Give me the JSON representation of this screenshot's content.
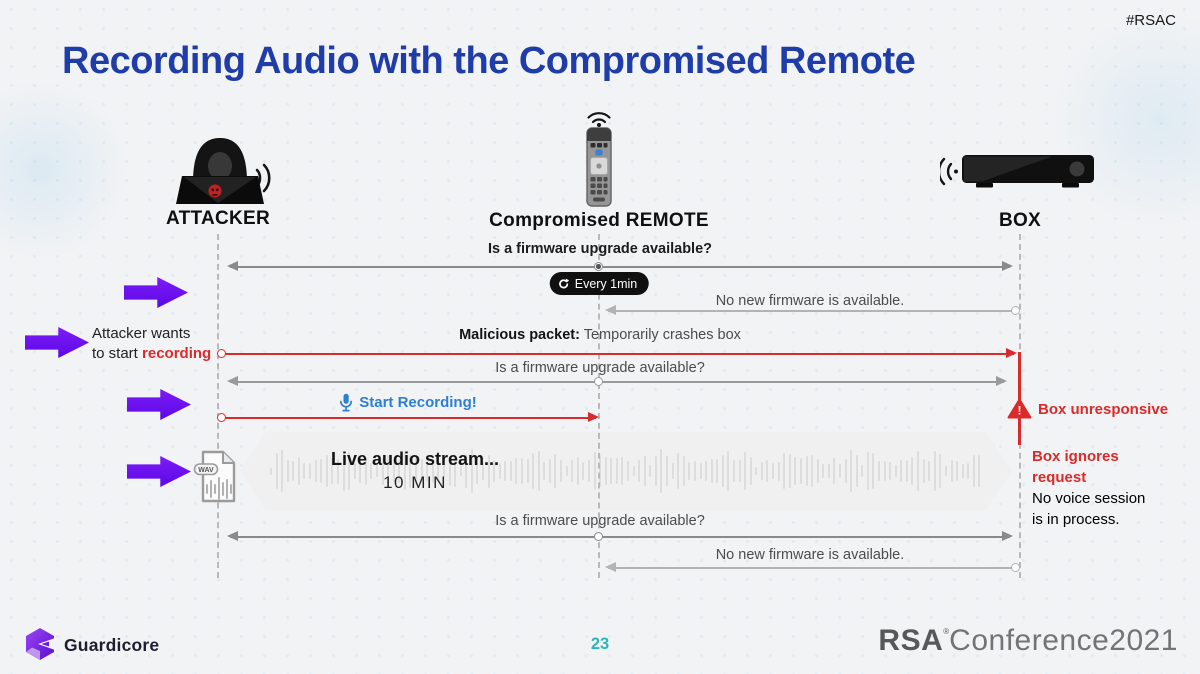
{
  "slide": {
    "title": "Recording Audio with the Compromised Remote",
    "hashtag": "#RSAC",
    "page_number": "23"
  },
  "actors": [
    {
      "id": "attacker",
      "label": "ATTACKER"
    },
    {
      "id": "remote",
      "label": "Compromised REMOTE"
    },
    {
      "id": "box",
      "label": "BOX"
    }
  ],
  "messages": {
    "firmware_q1": "Is a firmware upgrade available?",
    "every_1min": "Every 1min",
    "no_new_firmware_1": "No new firmware is available.",
    "attacker_wants_line1": "Attacker wants",
    "attacker_wants_line2_prefix": "to start ",
    "attacker_wants_line2_red": "recording",
    "malicious_packet_bold": "Malicious packet:",
    "malicious_packet_rest": " Temporarily crashes box",
    "firmware_q2": "Is a firmware upgrade available?",
    "start_recording": "Start Recording!",
    "box_unresponsive": "Box unresponsive",
    "warning_mark": "!",
    "live_audio_title": "Live audio stream...",
    "live_audio_duration": "10 MIN",
    "wav_label": "WAV",
    "box_ignores_line1": "Box ignores",
    "box_ignores_line2": "request",
    "no_voice_line1": "No voice session",
    "no_voice_line2": "is in process.",
    "firmware_q3": "Is a firmware upgrade available?",
    "no_new_firmware_2": "No new firmware is available."
  },
  "footer": {
    "brand": "Guardicore",
    "conference_bold": "RSA",
    "conference_mark": "®",
    "conference_rest": "Conference2021"
  },
  "colors": {
    "title_blue": "#1f3da8",
    "alert_red": "#d92b2b",
    "accent_purple": "#6c0ef0",
    "start_recording_blue": "#2d7fd3",
    "page_number_teal": "#2ab7bc",
    "arrow_gray_dark": "#8a8a8a",
    "arrow_gray_light": "#b3b3b3"
  }
}
